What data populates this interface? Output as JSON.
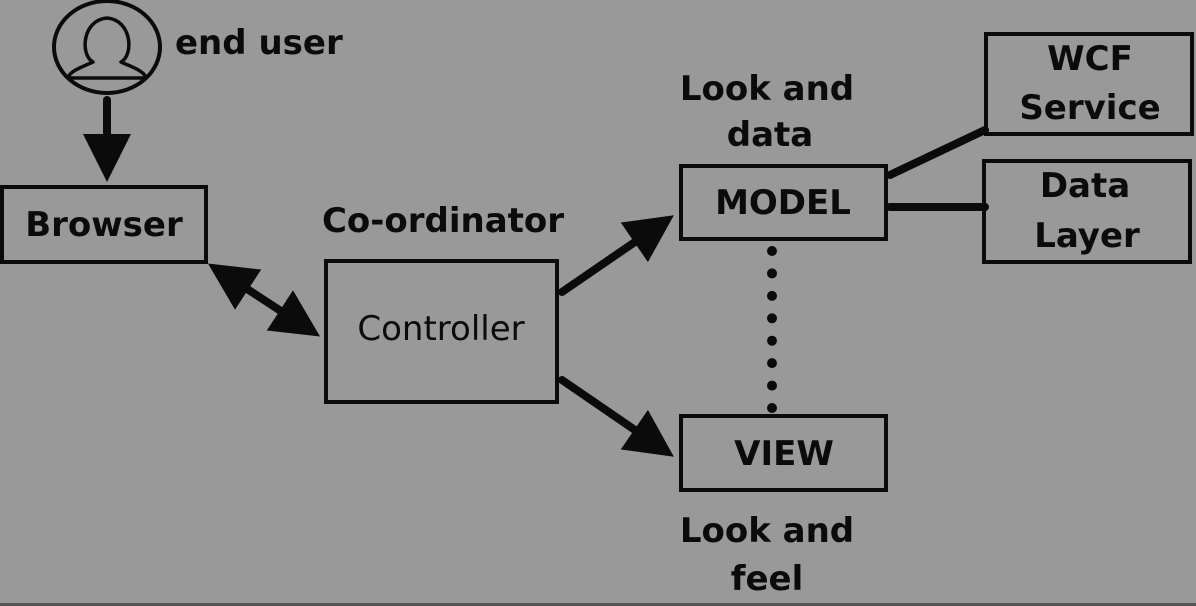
{
  "diagram": {
    "background": "#999999",
    "ink": "#0b0b0b",
    "nodes": {
      "end_user": {
        "label": "end user",
        "icon": "user-avatar-icon"
      },
      "browser": {
        "label": "Browser"
      },
      "controller": {
        "label": "Controller",
        "caption": "Co-ordinator"
      },
      "model": {
        "label": "MODEL",
        "caption_line1": "Look and",
        "caption_line2": "data"
      },
      "view": {
        "label": "VIEW",
        "caption_line1": "Look and",
        "caption_line2": "feel"
      },
      "wcf": {
        "label_line1": "WCF",
        "label_line2": "Service"
      },
      "data_layer": {
        "label_line1": "Data",
        "label_line2": "Layer"
      }
    },
    "edges": [
      {
        "from": "end_user",
        "to": "browser",
        "type": "arrow"
      },
      {
        "from": "browser",
        "to": "controller",
        "type": "bidirectional-arrow"
      },
      {
        "from": "controller",
        "to": "model",
        "type": "arrow"
      },
      {
        "from": "controller",
        "to": "view",
        "type": "arrow"
      },
      {
        "from": "model",
        "to": "view",
        "type": "dotted-line"
      },
      {
        "from": "model",
        "to": "wcf",
        "type": "line"
      },
      {
        "from": "model",
        "to": "data_layer",
        "type": "line"
      }
    ]
  }
}
